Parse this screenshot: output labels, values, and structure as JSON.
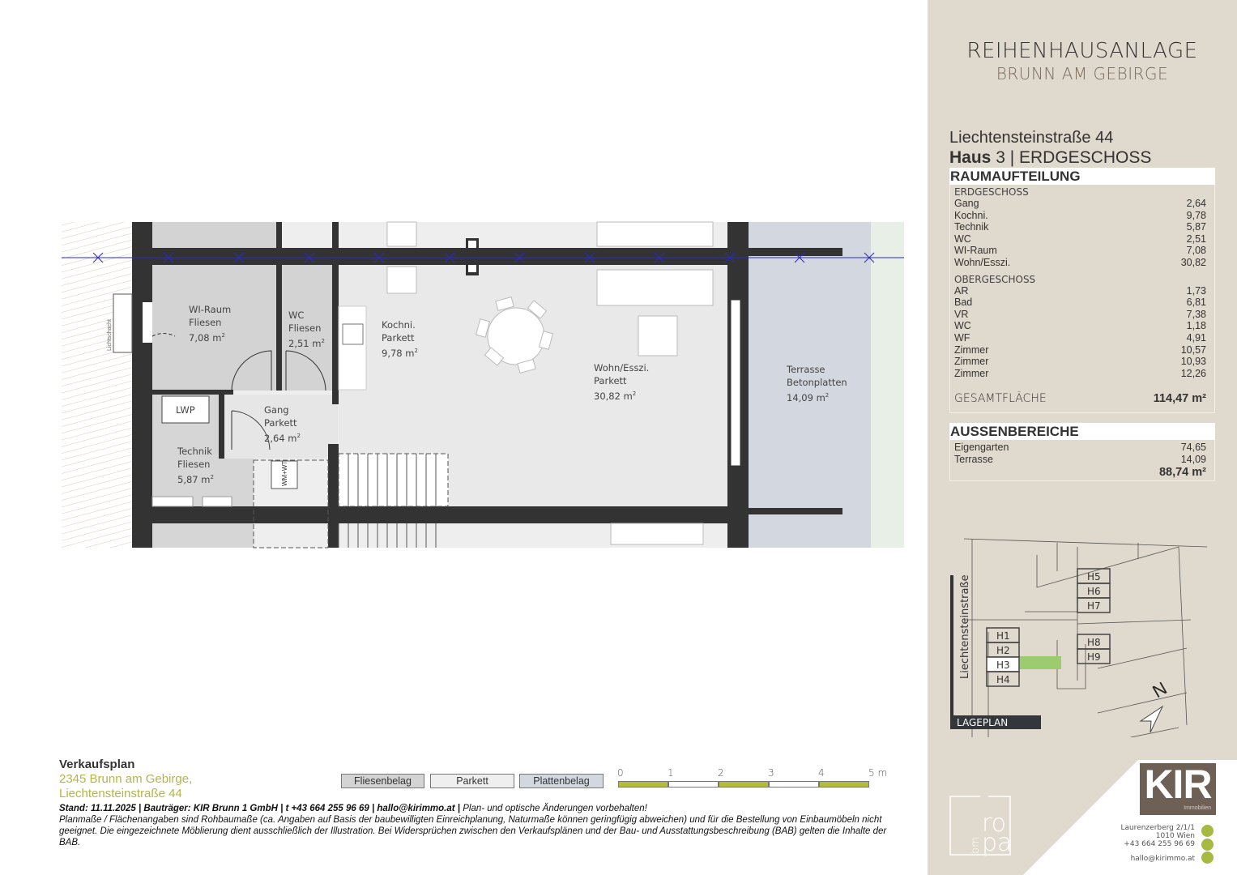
{
  "plan": {
    "rooms": [
      {
        "name": "WI-Raum",
        "floor": "Fliesen",
        "area": "7,08 m",
        "unit": "2"
      },
      {
        "name": "WC",
        "floor": "Fliesen",
        "area": "2,51 m",
        "unit": "2"
      },
      {
        "name": "Kochni.",
        "floor": "Parkett",
        "area": "9,78 m",
        "unit": "2"
      },
      {
        "name": "Wohn/Esszi.",
        "floor": "Parkett",
        "area": "30,82 m",
        "unit": "2"
      },
      {
        "name": "Terrasse",
        "floor": "Betonplatten",
        "area": "14,09 m",
        "unit": "2"
      },
      {
        "name": "Gang",
        "floor": "Parkett",
        "area": "2,64 m",
        "unit": "2"
      },
      {
        "name": "Technik",
        "floor": "Fliesen",
        "area": "5,87 m",
        "unit": "2"
      }
    ],
    "lwp": "LWP",
    "lichtschacht": "Lichtschacht",
    "stair_label": "WM+WT"
  },
  "footer": {
    "title": "Verkaufsplan",
    "address1": "2345 Brunn am Gebirge,",
    "address2": "Liechtensteinstraße 44",
    "legend": [
      {
        "label": "Fliesenbelag",
        "color": "#d4d4d4"
      },
      {
        "label": "Parkett",
        "color": "#ececec"
      },
      {
        "label": "Plattenbelag",
        "color": "#d3d7df"
      }
    ],
    "scale": [
      "0",
      "1",
      "2",
      "3",
      "4",
      "5 m"
    ],
    "scale_color": "#b5bb3c",
    "stand_bold": "Stand: 11.11.2025 | Bauträger: KIR Brunn 1 GmbH | t +43 664 255 96 69 | hallo@kirimmo.at  |",
    "stand_note": " Plan- und optische Änderungen vorbehalten!",
    "disclaimer": "Planmaße / Flächenangaben sind Rohbaumaße (ca. Angaben auf Basis der baubewilligten Einreichplanung, Naturmaße können geringfügig abweichen) und für die Bestellung von Einbaumöbeln nicht geeignet. Die eingezeichnete Möblierung dient ausschließlich der Illustration. Bei Widersprüchen zwischen den Verkaufsplänen und der Bau- und Ausstattungsbeschreibung (BAB) gelten die Inhalte der BAB."
  },
  "side": {
    "project": "REIHENHAUSANLAGE",
    "location": "BRUNN AM GEBIRGE",
    "street": "Liechtensteinstraße 44",
    "haus_bold": "Haus",
    "haus_rest": " 3 | ERDGESCHOSS",
    "raum_title": "RAUMAUFTEILUNG",
    "eg_title": "ERDGESCHOSS",
    "eg": [
      {
        "n": "Gang",
        "v": "2,64"
      },
      {
        "n": "Kochni.",
        "v": "9,78"
      },
      {
        "n": "Technik",
        "v": "5,87"
      },
      {
        "n": "WC",
        "v": "2,51"
      },
      {
        "n": "WI-Raum",
        "v": "7,08"
      },
      {
        "n": "Wohn/Esszi.",
        "v": "30,82"
      }
    ],
    "og_title": "OBERGESCHOSS",
    "og": [
      {
        "n": "AR",
        "v": "1,73"
      },
      {
        "n": "Bad",
        "v": "6,81"
      },
      {
        "n": "VR",
        "v": "7,38"
      },
      {
        "n": "WC",
        "v": "1,18"
      },
      {
        "n": "WF",
        "v": "4,91"
      },
      {
        "n": "Zimmer",
        "v": "10,57"
      },
      {
        "n": "Zimmer",
        "v": "10,93"
      },
      {
        "n": "Zimmer",
        "v": "12,26"
      }
    ],
    "total_label": "GESAMTFLÄCHE",
    "total_value": "114,47 m²",
    "aussen_title": "AUSSENBEREICHE",
    "aussen": [
      {
        "n": "Eigengarten",
        "v": "74,65"
      },
      {
        "n": "Terrasse",
        "v": "14,09"
      }
    ],
    "aussen_total": "88,74 m²",
    "lageplan": {
      "title": "LAGEPLAN",
      "street": "Liechtensteinstraße",
      "houses": [
        "H1",
        "H2",
        "H3",
        "H4",
        "H5",
        "H6",
        "H7",
        "H8",
        "H9"
      ],
      "highlight": "H3",
      "north": "N",
      "garden_color": "#9dcc6e"
    },
    "logo_ropa": "rO bm pa",
    "kir": {
      "name": "KIR",
      "sub": "Immobilien",
      "color": "#6f6056"
    },
    "contact": [
      "Laurenzerberg 2/1/1",
      "1010 Wien",
      "+43 664 255 96 69",
      "hallo@kirimmo.at"
    ],
    "contact_icons": [
      "location-icon",
      "phone-icon",
      "mail-icon"
    ]
  }
}
